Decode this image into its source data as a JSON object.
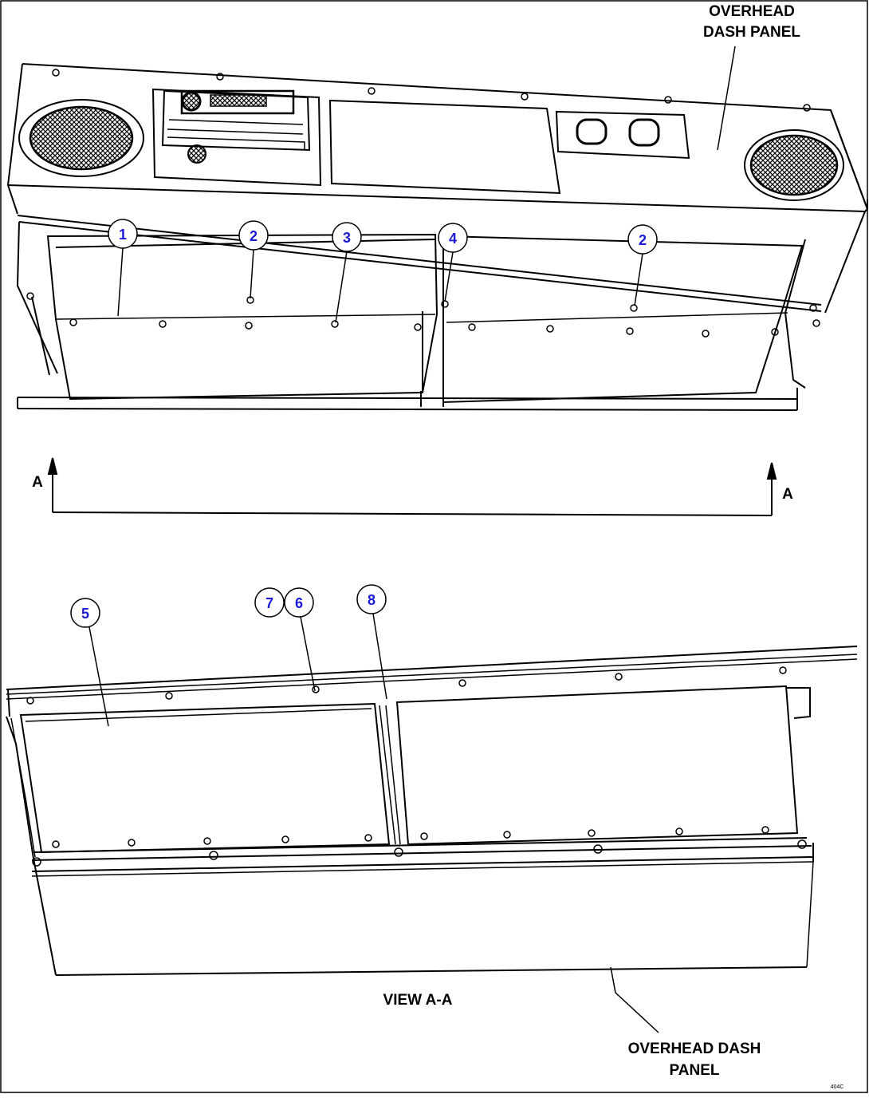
{
  "labels": {
    "overhead_top_line1": "OVERHEAD",
    "overhead_top_line2": "DASH PANEL",
    "section_left": "A",
    "section_right": "A",
    "view": "VIEW A-A",
    "overhead_bottom_line1": "OVERHEAD DASH",
    "overhead_bottom_line2": "PANEL",
    "figure_code": "404C"
  },
  "callouts_top": [
    "1",
    "2",
    "3",
    "4",
    "2"
  ],
  "callouts_bottom": [
    "5",
    "7",
    "6",
    "8"
  ],
  "colors": {
    "line": "#000000",
    "callout_text": "#1a1ad6",
    "background": "#ffffff"
  }
}
